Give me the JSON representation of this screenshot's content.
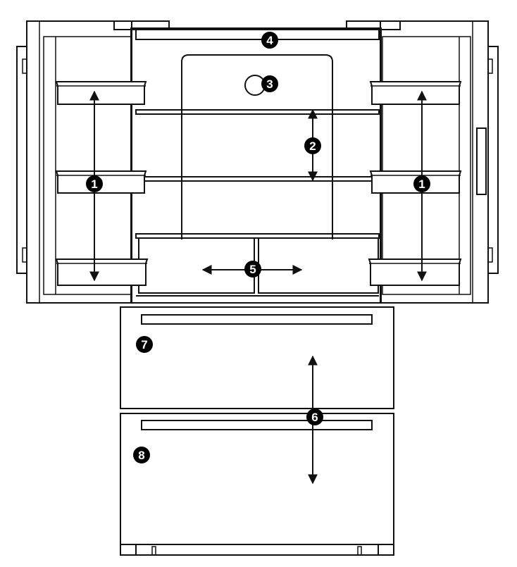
{
  "callouts": [
    {
      "id": "door-bins",
      "label": "1"
    },
    {
      "id": "fridge-shelves",
      "label": "2"
    },
    {
      "id": "interior-light",
      "label": "3"
    },
    {
      "id": "top-mullion",
      "label": "4"
    },
    {
      "id": "crisper-drawers",
      "label": "5"
    },
    {
      "id": "freezer-drawer-arrow",
      "label": "6"
    },
    {
      "id": "upper-freezer-drawer",
      "label": "7"
    },
    {
      "id": "lower-freezer-drawer",
      "label": "8"
    }
  ],
  "colors": {
    "line": "#111111",
    "badge": "#000000",
    "background": "#ffffff"
  }
}
